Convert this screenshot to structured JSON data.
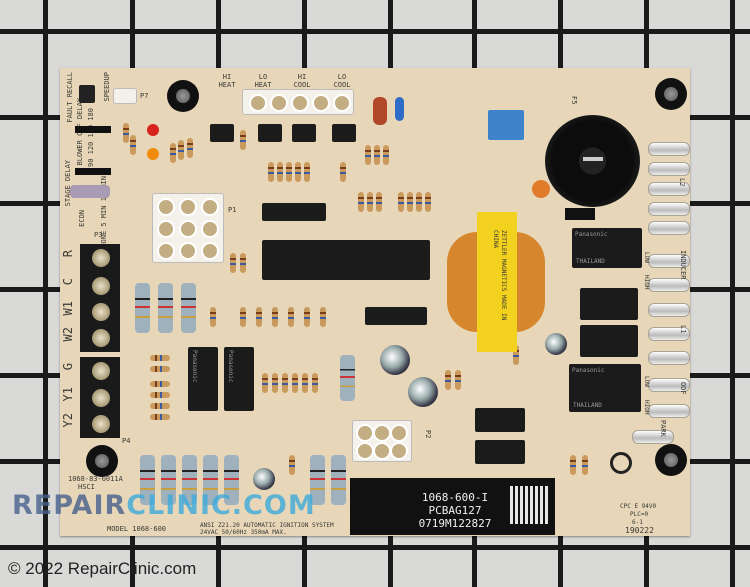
{
  "connector_labels": {
    "hi_heat": "HI HEAT",
    "lo_heat": "LO HEAT",
    "hi_cool": "HI COOL",
    "lo_cool": "LO COOL",
    "p7": "P7",
    "p1": "P1",
    "p2": "P2",
    "p3": "P3",
    "p4": "P4",
    "f5": "F5"
  },
  "jumper_labels": {
    "speedup": "SPEEDUP",
    "fault_recall": "FAULT RECALL",
    "blower_off_delay": "BLOWER OFF DELAY",
    "blower_options": "90 120 150 180",
    "stage_delay": "STAGE DELAY",
    "stage_options": "NONE 5 MIN 10 MIN",
    "ecdn": "ECDN"
  },
  "thermostat_terminals": [
    "R",
    "C",
    "W1",
    "W2",
    "G",
    "Y1",
    "Y2"
  ],
  "right_terminals": {
    "l2": "L2",
    "inducer": "INDUCER",
    "inducer_low": "LOW",
    "inducer_high": "HIGH",
    "l1": "L1",
    "odf": "ODF",
    "odf_low": "LOW",
    "odf_high": "HIGH",
    "park": "PARK"
  },
  "component_text": {
    "relay_brand": "Panasonic",
    "relay_origin": "THAILAND",
    "transformer": "ZETTLER MAGNETICS MADE IN CHINA"
  },
  "board_text": {
    "part_number": "1068-83-6011A",
    "hsci": "HSCI",
    "model": "MODEL 1068-600",
    "ansi": "ANSI Z21.20 AUTOMATIC IGNITION SYSTEM",
    "rating": "24VAC 50/60Hz 350mA MAX.",
    "cpc": "CPC E 94V0",
    "plc": "PLC=0",
    "rev": "6-1",
    "date_code": "190222"
  },
  "sticker": {
    "line1": "1068-600-I",
    "line2": "PCBAG127",
    "line3": "0719M122827"
  },
  "watermark": {
    "part1": "REPAIR",
    "part2": "CLINIC.COM"
  },
  "copyright": "© 2022 RepairClinic.com",
  "colors": {
    "board": "#e7d6b8",
    "background": "#d9d9d7",
    "grid": "#1a1a1a",
    "watermark_blue": "#3caadc"
  }
}
